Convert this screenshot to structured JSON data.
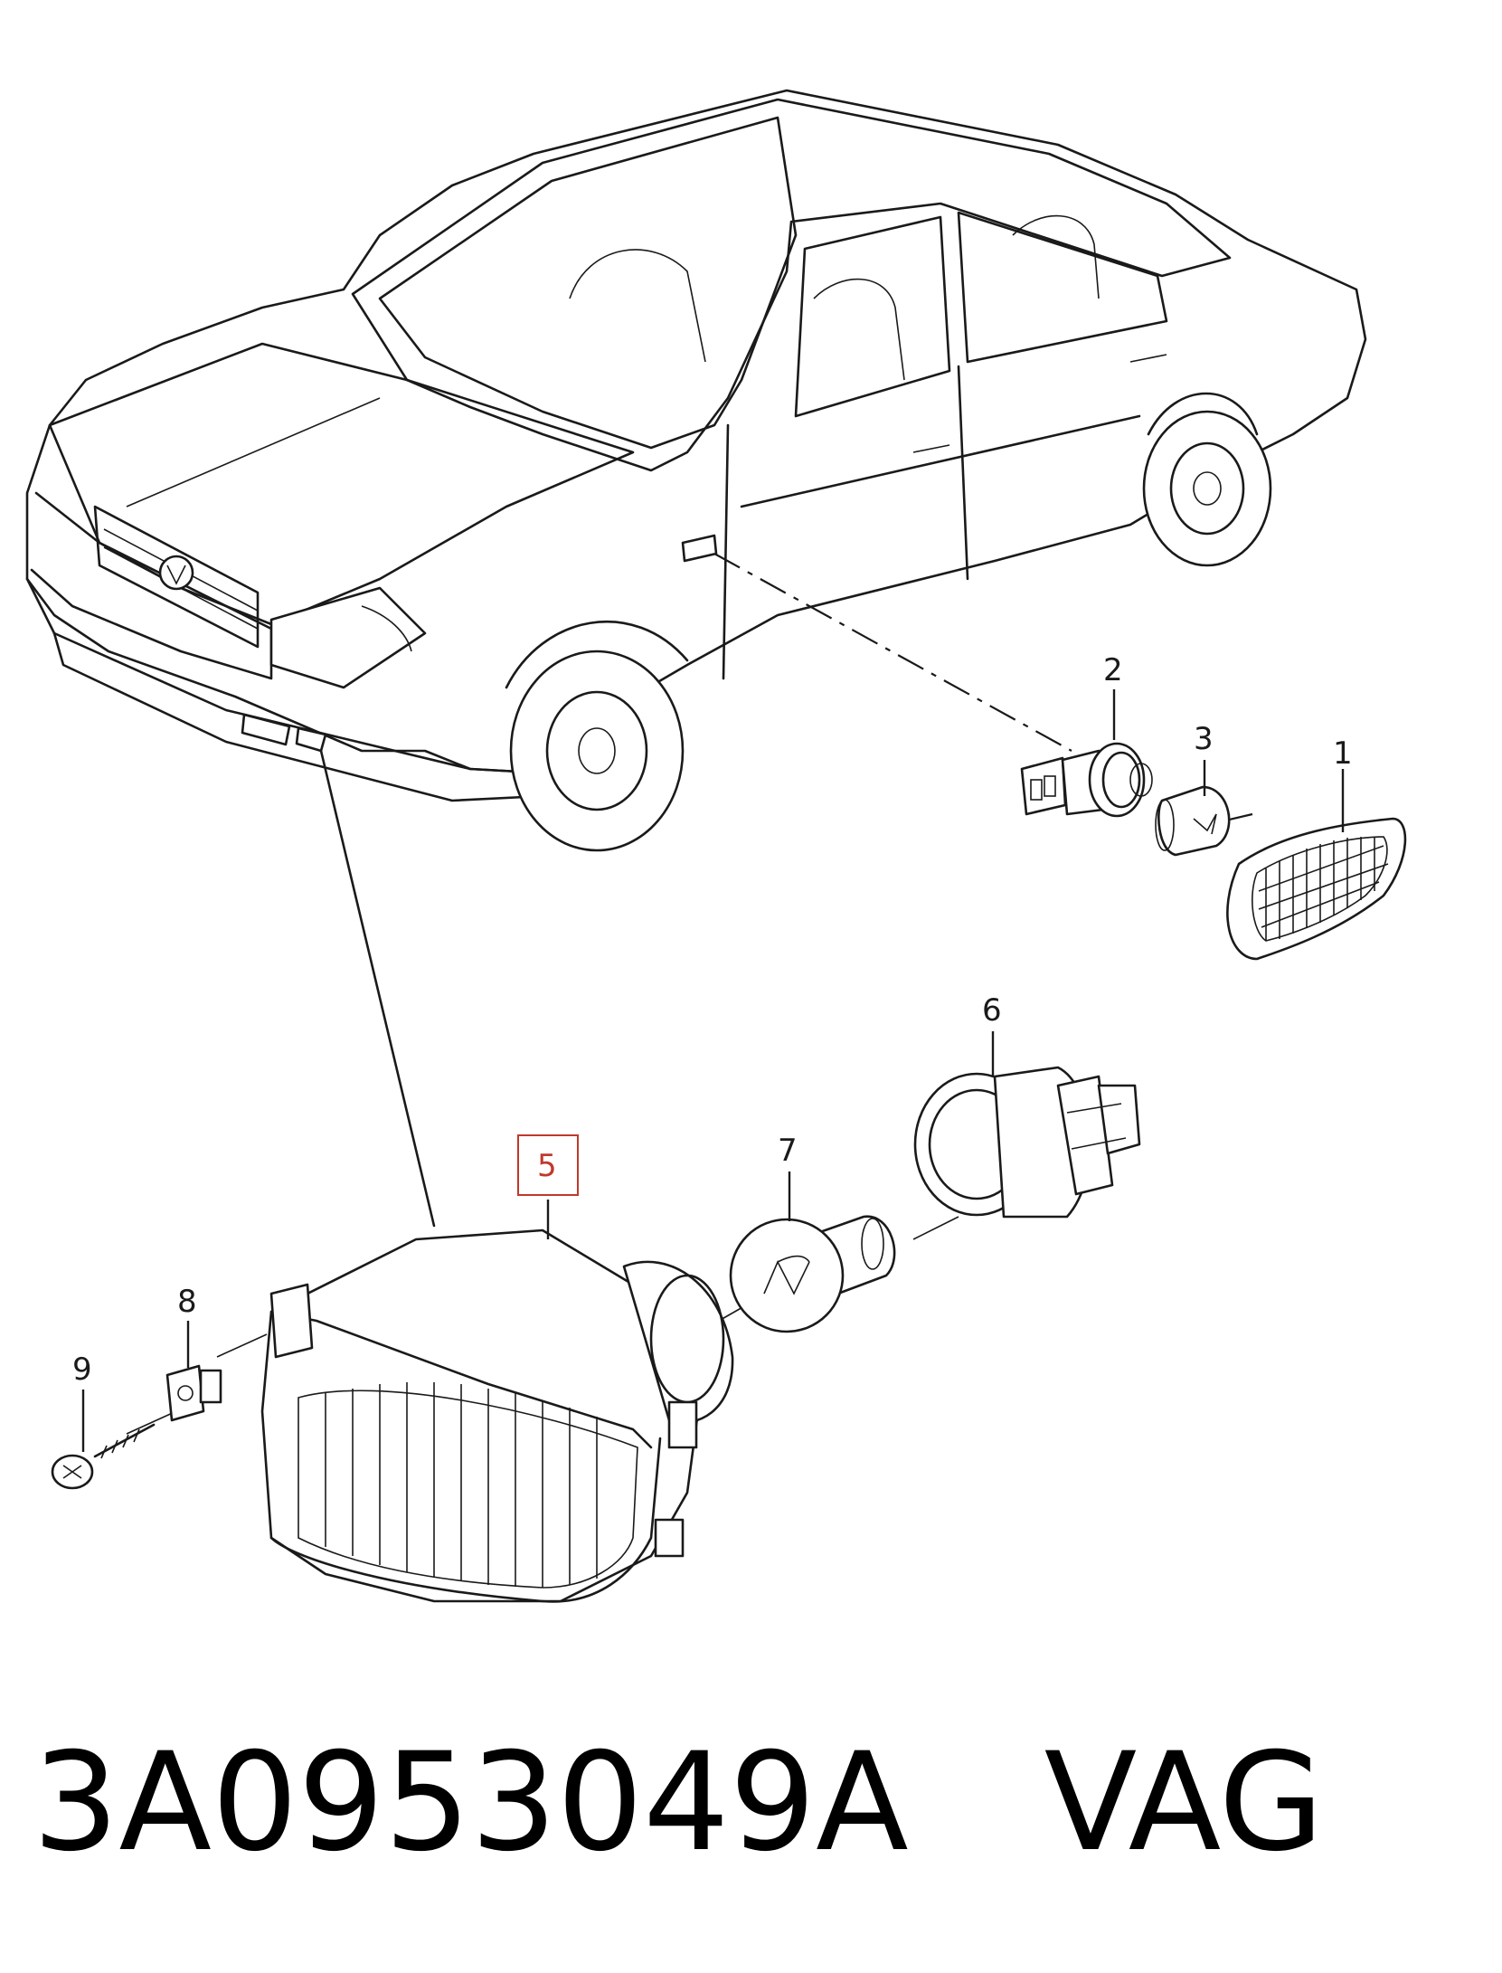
{
  "diagram": {
    "callouts": [
      {
        "id": "1",
        "label": "1"
      },
      {
        "id": "2",
        "label": "2"
      },
      {
        "id": "3",
        "label": "3"
      },
      {
        "id": "5",
        "label": "5",
        "highlighted": true
      },
      {
        "id": "6",
        "label": "6"
      },
      {
        "id": "7",
        "label": "7"
      },
      {
        "id": "8",
        "label": "8"
      },
      {
        "id": "9",
        "label": "9"
      }
    ],
    "highlight_color": "#c0392b",
    "line_color": "#1a1a1a"
  },
  "caption": {
    "part_number": "3A0953049A",
    "brand": "VAG"
  }
}
